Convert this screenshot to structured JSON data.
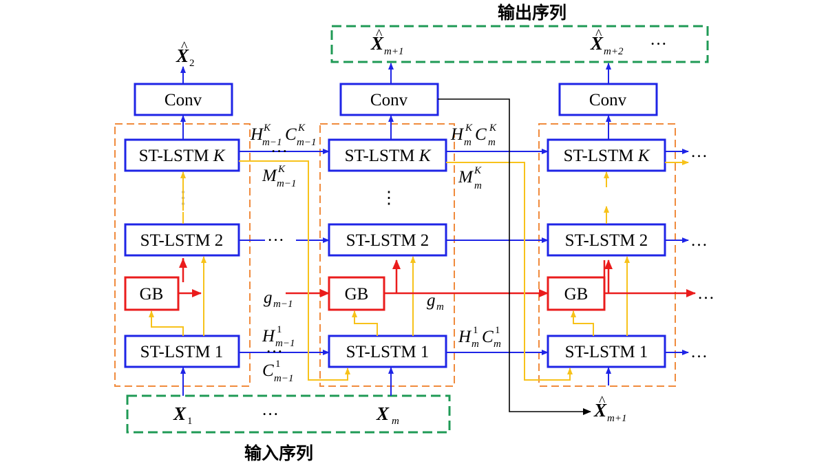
{
  "titles": {
    "output_sequence": "输出序列",
    "input_sequence": "输入序列"
  },
  "blocks": {
    "conv": "Conv",
    "st_lstm_k_prefix": "ST-LSTM ",
    "st_lstm_k_var": "K",
    "st_lstm_2": "ST-LSTM 2",
    "st_lstm_1": "ST-LSTM 1",
    "gb": "GB"
  },
  "ellipsis": {
    "dots": "…",
    "vdots": "⋮",
    "hdots_mid": "···"
  },
  "symbols": {
    "X": "X",
    "X_hat_2_sub": "2",
    "X_hat_m1_sub": "m+1",
    "X_hat_m2_sub": "m+2",
    "X_1_sub": "1",
    "X_m_sub": "m",
    "H": "H",
    "C": "C",
    "M": "M",
    "g": "g",
    "K": "K",
    "one": "1",
    "m_minus_1": "m−1",
    "m": "m"
  },
  "colors": {
    "blue": "#1e24e6",
    "red": "#ea1c1c",
    "yellow": "#f7c21a",
    "orange_dash": "#f08a3c",
    "green_dash": "#1f9a55"
  }
}
